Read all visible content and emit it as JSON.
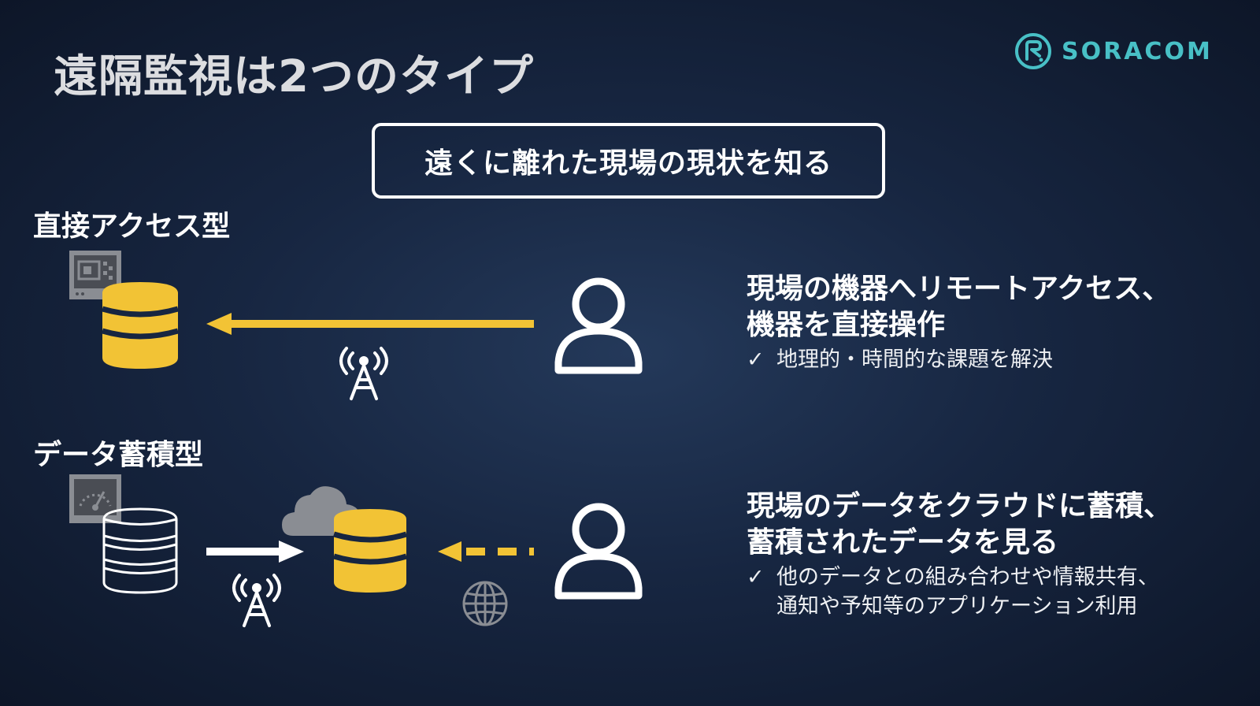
{
  "slide": {
    "title": "遠隔監視は2つのタイプ",
    "logo_text": "SORACOM",
    "subtitle": "遠くに離れた現場の現状を知る"
  },
  "direct_access": {
    "label": "直接アクセス型",
    "heading_line1": "現場の機器へリモートアクセス、",
    "heading_line2": "機器を直接操作",
    "check": "✓",
    "bullet": "地理的・時間的な課題を解決"
  },
  "data_storage": {
    "label": "データ蓄積型",
    "heading_line1": "現場のデータをクラウドに蓄積、",
    "heading_line2": "蓄積されたデータを見る",
    "check": "✓",
    "bullet_line1": "他のデータとの組み合わせや情報共有、",
    "bullet_line2": "通知や予知等のアプリケーション利用"
  },
  "colors": {
    "accent_yellow": "#f2c335",
    "logo_teal": "#48c0c6",
    "device_gray": "#8a8d93"
  },
  "icons": [
    "soracom-logo-icon",
    "device-panel-icon",
    "database-icon",
    "arrow-left-icon",
    "antenna-icon",
    "user-icon",
    "gauge-device-icon",
    "cloud-icon",
    "arrow-right-icon",
    "dashed-arrow-left-icon",
    "globe-icon"
  ]
}
